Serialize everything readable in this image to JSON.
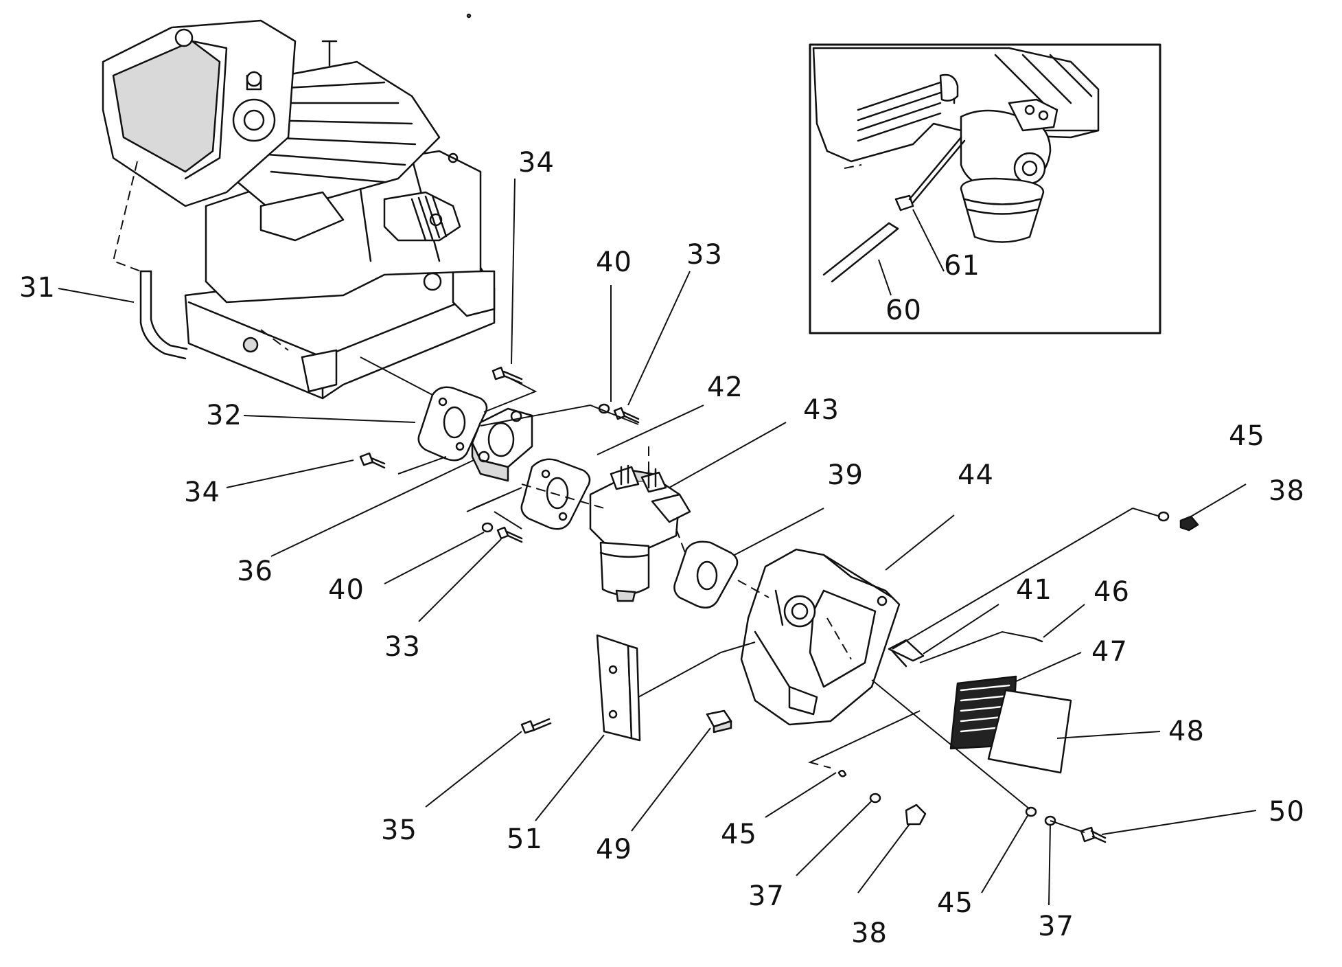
{
  "callouts": [
    {
      "id": "c31",
      "label": "31"
    },
    {
      "id": "c32",
      "label": "32"
    },
    {
      "id": "c33a",
      "label": "33"
    },
    {
      "id": "c33b",
      "label": "33"
    },
    {
      "id": "c34a",
      "label": "34"
    },
    {
      "id": "c34b",
      "label": "34"
    },
    {
      "id": "c35",
      "label": "35"
    },
    {
      "id": "c36",
      "label": "36"
    },
    {
      "id": "c37a",
      "label": "37"
    },
    {
      "id": "c37b",
      "label": "37"
    },
    {
      "id": "c38a",
      "label": "38"
    },
    {
      "id": "c38b",
      "label": "38"
    },
    {
      "id": "c39",
      "label": "39"
    },
    {
      "id": "c40a",
      "label": "40"
    },
    {
      "id": "c40b",
      "label": "40"
    },
    {
      "id": "c41",
      "label": "41"
    },
    {
      "id": "c42",
      "label": "42"
    },
    {
      "id": "c43",
      "label": "43"
    },
    {
      "id": "c44",
      "label": "44"
    },
    {
      "id": "c45a",
      "label": "45"
    },
    {
      "id": "c45b",
      "label": "45"
    },
    {
      "id": "c45c",
      "label": "45"
    },
    {
      "id": "c46",
      "label": "46"
    },
    {
      "id": "c47",
      "label": "47"
    },
    {
      "id": "c48",
      "label": "48"
    },
    {
      "id": "c49",
      "label": "49"
    },
    {
      "id": "c50",
      "label": "50"
    },
    {
      "id": "c51",
      "label": "51"
    },
    {
      "id": "c60",
      "label": "60"
    },
    {
      "id": "c61",
      "label": "61"
    }
  ]
}
